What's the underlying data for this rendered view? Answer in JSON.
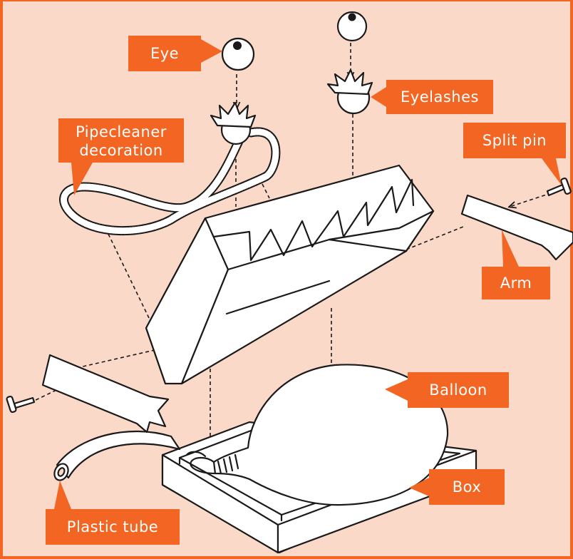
{
  "labels": {
    "eye": "Eye",
    "eyelashes": "Eyelashes",
    "pipecleaner_line1": "Pipecleaner",
    "pipecleaner_line2": "decoration",
    "split_pin": "Split pin",
    "arm": "Arm",
    "balloon": "Balloon",
    "box": "Box",
    "plastic_tube": "Plastic tube"
  },
  "colors": {
    "background": "#fbd9c8",
    "label_fill": "#f26522",
    "label_text": "#ffffff",
    "ink": "#1a1a1a",
    "part_fill": "#ffffff"
  }
}
